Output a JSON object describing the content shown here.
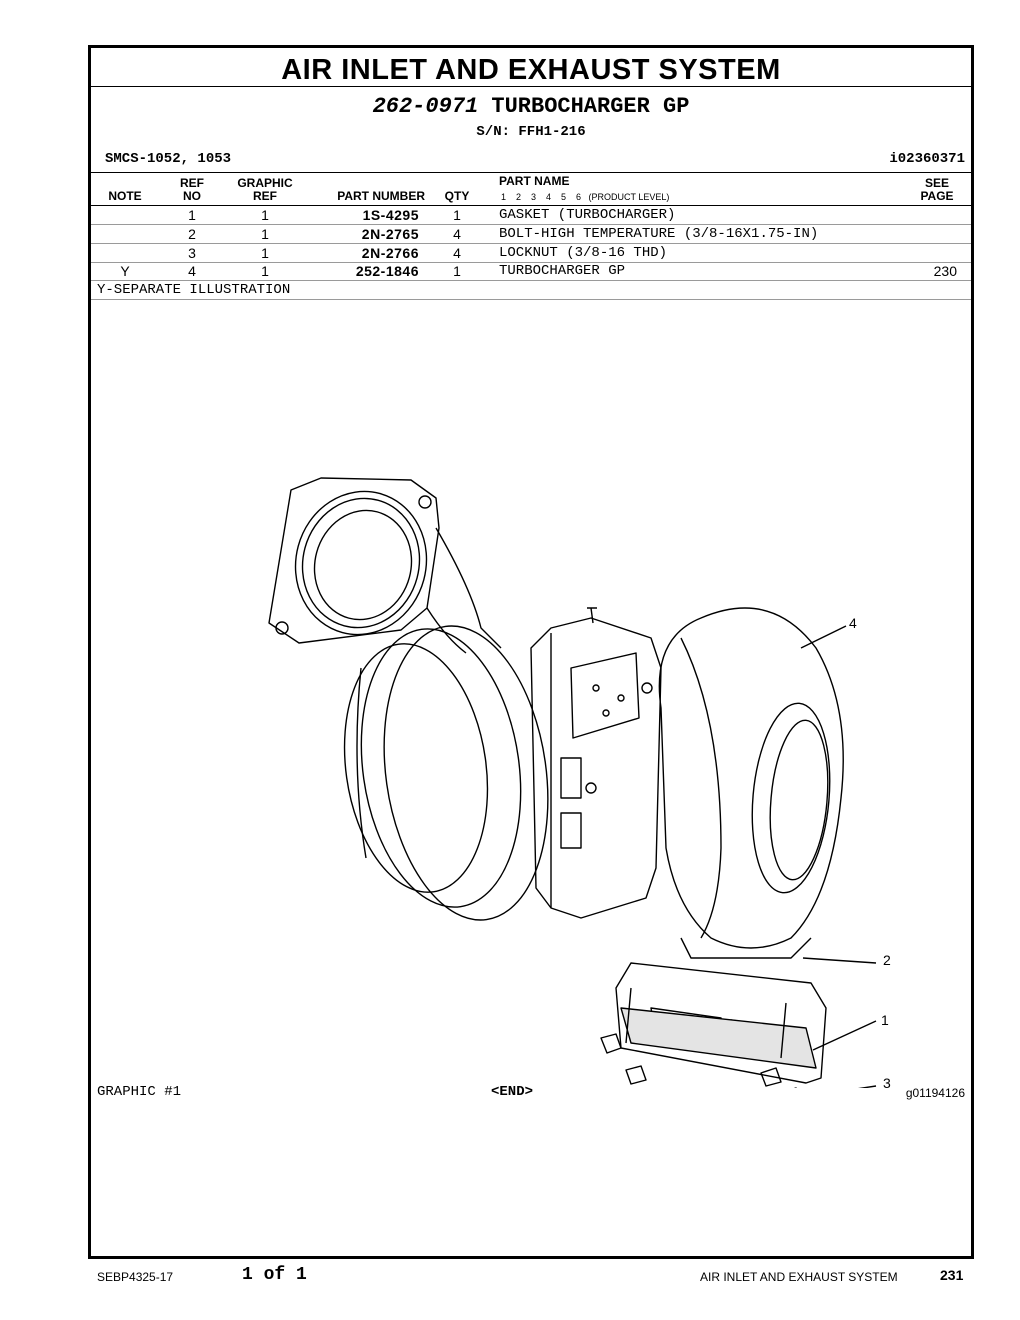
{
  "header": {
    "section_title": "AIR INLET AND EXHAUST SYSTEM",
    "group_part_number": "262-0971",
    "group_name": "TURBOCHARGER GP",
    "serial": "S/N: FFH1-216",
    "smcs": "SMCS-1052, 1053",
    "illustration_id": "i02360371"
  },
  "table": {
    "headers": {
      "note": "NOTE",
      "ref_no_top": "REF",
      "ref_no_bottom": "NO",
      "graphic_ref_top": "GRAPHIC",
      "graphic_ref_bottom": "REF",
      "part_number": "PART NUMBER",
      "qty": "QTY",
      "part_name": "PART NAME",
      "product_level": "1    2    3    4    5    6   (PRODUCT LEVEL)",
      "see_page_top": "SEE",
      "see_page_bottom": "PAGE"
    },
    "rows": [
      {
        "note": "",
        "ref_no": "1",
        "graphic_ref": "1",
        "part_number": "1S-4295",
        "qty": "1",
        "part_name": "GASKET (TURBOCHARGER)",
        "see_page": ""
      },
      {
        "note": "",
        "ref_no": "2",
        "graphic_ref": "1",
        "part_number": "2N-2765",
        "qty": "4",
        "part_name": "BOLT-HIGH TEMPERATURE (3/8-16X1.75-IN)",
        "see_page": ""
      },
      {
        "note": "",
        "ref_no": "3",
        "graphic_ref": "1",
        "part_number": "2N-2766",
        "qty": "4",
        "part_name": "LOCKNUT (3/8-16 THD)",
        "see_page": ""
      },
      {
        "note": "Y",
        "ref_no": "4",
        "graphic_ref": "1",
        "part_number": "252-1846",
        "qty": "1",
        "part_name": "TURBOCHARGER GP",
        "see_page": "230"
      }
    ],
    "separate_note": "Y-SEPARATE ILLUSTRATION"
  },
  "illustration": {
    "callouts": [
      "4",
      "2",
      "1",
      "3"
    ],
    "graphic_label": "GRAPHIC #1",
    "end_label": "<END>",
    "graphic_id": "g01194126"
  },
  "footer": {
    "doc_number": "SEBP4325-17",
    "page_count": "1 of 1",
    "section": "AIR INLET AND EXHAUST SYSTEM",
    "page_number": "231"
  }
}
